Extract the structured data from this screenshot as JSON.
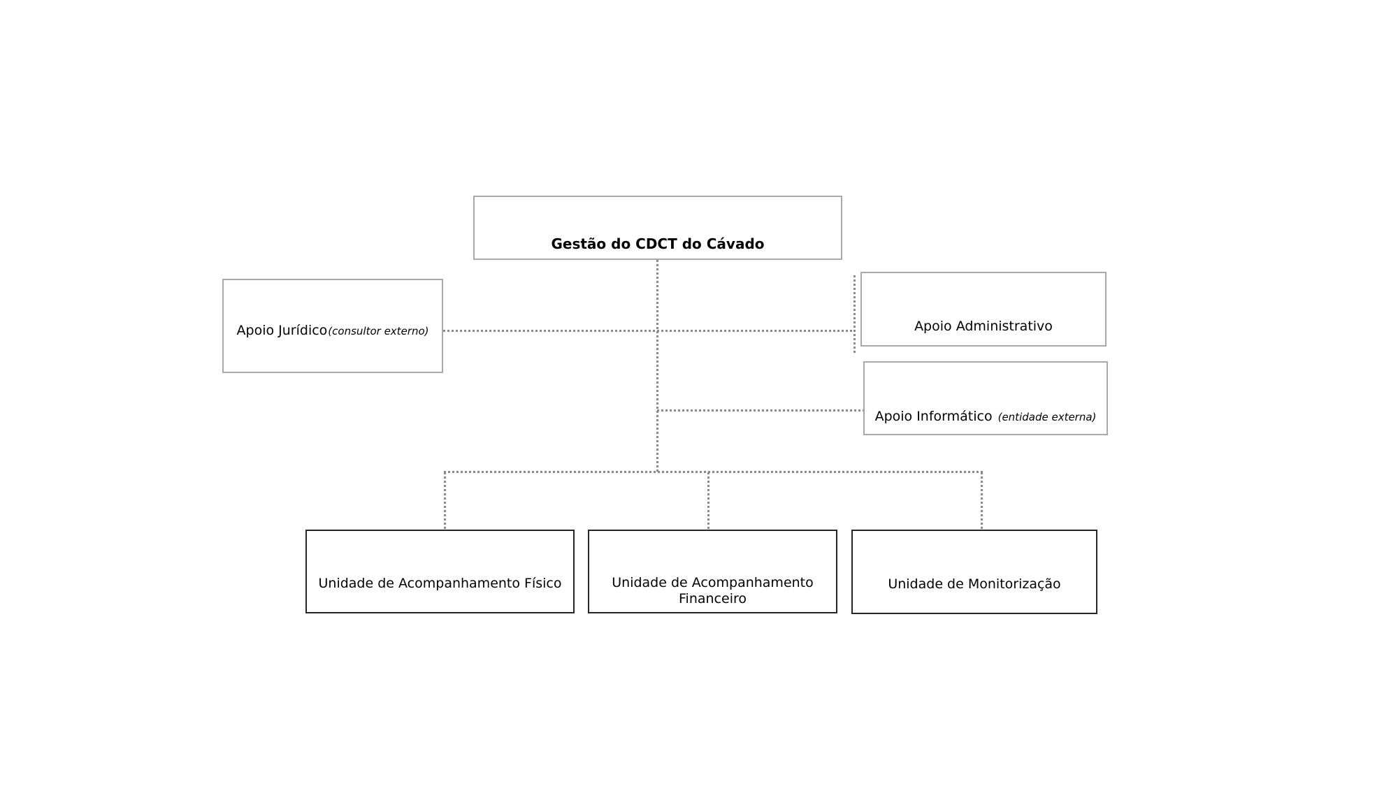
{
  "diagram": {
    "type": "org-chart",
    "root_box": {
      "label": "Gestão do CDCT do Cávado"
    },
    "support_boxes": [
      {
        "id": "apoio-juridico",
        "label": "Apoio Jurídico",
        "note": "(consultor externo)"
      },
      {
        "id": "apoio-administrativo",
        "label": "Apoio Administrativo",
        "note": ""
      },
      {
        "id": "apoio-informatico",
        "label": "Apoio Informático",
        "note": "(entidade externa)"
      }
    ],
    "unit_boxes": [
      {
        "id": "unidade-fisico",
        "label": "Unidade de Acompanhamento Físico"
      },
      {
        "id": "unidade-financeiro",
        "label": "Unidade de Acompanhamento Financeiro"
      },
      {
        "id": "unidade-monitorizacao",
        "label": "Unidade de Monitorização"
      }
    ],
    "connections": [
      {
        "from": "Gestão do CDCT do Cávado",
        "to": "Apoio Jurídico",
        "style": "dotted"
      },
      {
        "from": "Gestão do CDCT do Cávado",
        "to": "Apoio Administrativo",
        "style": "dotted"
      },
      {
        "from": "Gestão do CDCT do Cávado",
        "to": "Apoio Informático",
        "style": "dotted"
      },
      {
        "from": "Gestão do CDCT do Cávado",
        "to": "Unidade de Acompanhamento Físico",
        "style": "dotted"
      },
      {
        "from": "Gestão do CDCT do Cávado",
        "to": "Unidade de Acompanhamento Financeiro",
        "style": "dotted"
      },
      {
        "from": "Gestão do CDCT do Cávado",
        "to": "Unidade de Monitorização",
        "style": "dotted"
      }
    ],
    "colors": {
      "background": "#ffffff",
      "box_border_gray": "#a9a9a9",
      "box_border_dark": "#262626",
      "connector_gray": "#8a8a8a",
      "text": "#000000"
    }
  }
}
